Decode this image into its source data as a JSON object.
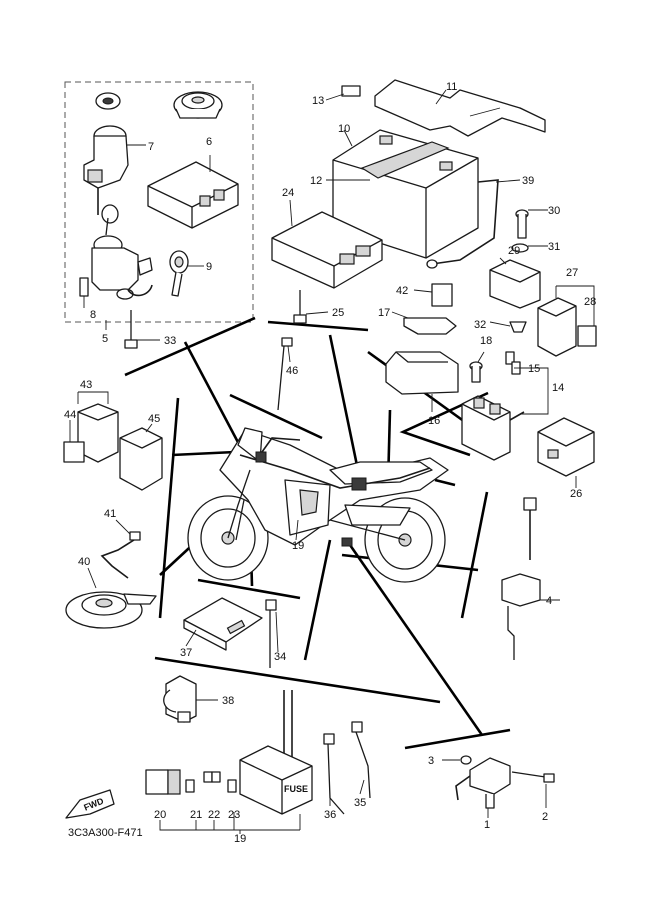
{
  "diagram_code": "3C3A300-F471",
  "fwd_label": "FWD",
  "fuse_label": "FUSE",
  "callouts": {
    "c1": "1",
    "c2": "2",
    "c3": "3",
    "c4": "4",
    "c5": "5",
    "c6": "6",
    "c7": "7",
    "c8": "8",
    "c9": "9",
    "c10": "10",
    "c11": "11",
    "c12": "12",
    "c13": "13",
    "c14": "14",
    "c15": "15",
    "c16": "16",
    "c17": "17",
    "c18": "18",
    "c19a": "19",
    "c19b": "19",
    "c20": "20",
    "c21": "21",
    "c22": "22",
    "c23": "23",
    "c24": "24",
    "c25": "25",
    "c26": "26",
    "c27": "27",
    "c28": "28",
    "c29": "29",
    "c30": "30",
    "c31": "31",
    "c32": "32",
    "c33": "33",
    "c34": "34",
    "c35": "35",
    "c36": "36",
    "c37": "37",
    "c38": "38",
    "c39": "39",
    "c40": "40",
    "c41": "41",
    "c42": "42",
    "c43": "43",
    "c44": "44",
    "c45": "45",
    "c46": "46"
  }
}
